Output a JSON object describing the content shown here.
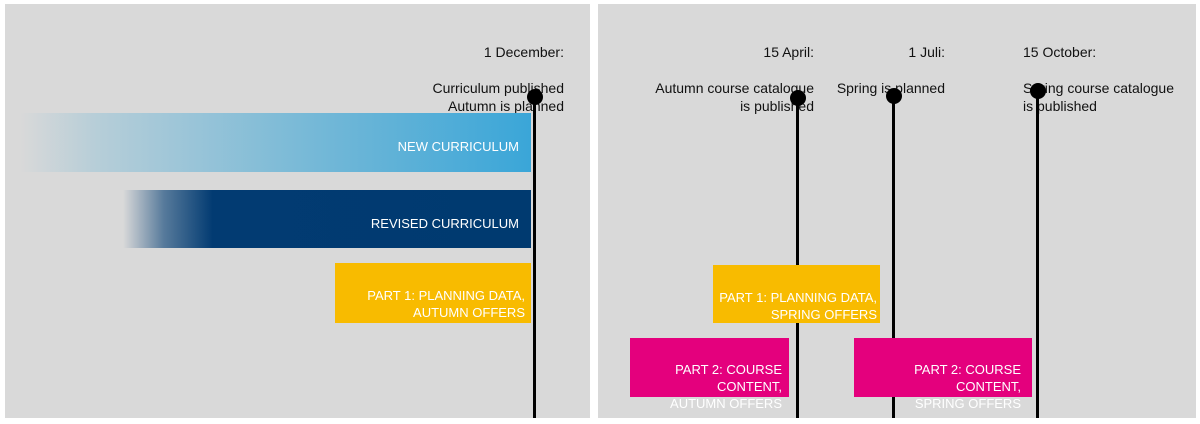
{
  "colors": {
    "panel_bg": "#d9d9d9",
    "new_curriculum": "#3aa6d8",
    "revised_curriculum": "#003a70",
    "part1": "#f8bb00",
    "part2": "#e4007d",
    "line": "#000000"
  },
  "left": {
    "milestone": {
      "date": "1 December:",
      "text": "Curriculum published\nAutumn is planned"
    },
    "bars": {
      "new_curriculum": "NEW CURRICULUM",
      "revised_curriculum": "REVISED CURRICULUM",
      "part1_autumn": "PART 1: PLANNING DATA,\nAUTUMN OFFERS"
    }
  },
  "right": {
    "milestones": [
      {
        "date": "15 April:",
        "text": "Autumn course catalogue\nis published"
      },
      {
        "date": "1 Juli:",
        "text": "Spring is planned"
      },
      {
        "date": "15 October:",
        "text": "Spring course catalogue\nis published"
      }
    ],
    "bars": {
      "part1_spring": "PART 1: PLANNING DATA,\nSPRING OFFERS",
      "part2_autumn": "PART 2: COURSE\nCONTENT,\nAUTUMN OFFERS",
      "part2_spring": "PART 2: COURSE\nCONTENT,\nSPRING OFFERS"
    }
  }
}
